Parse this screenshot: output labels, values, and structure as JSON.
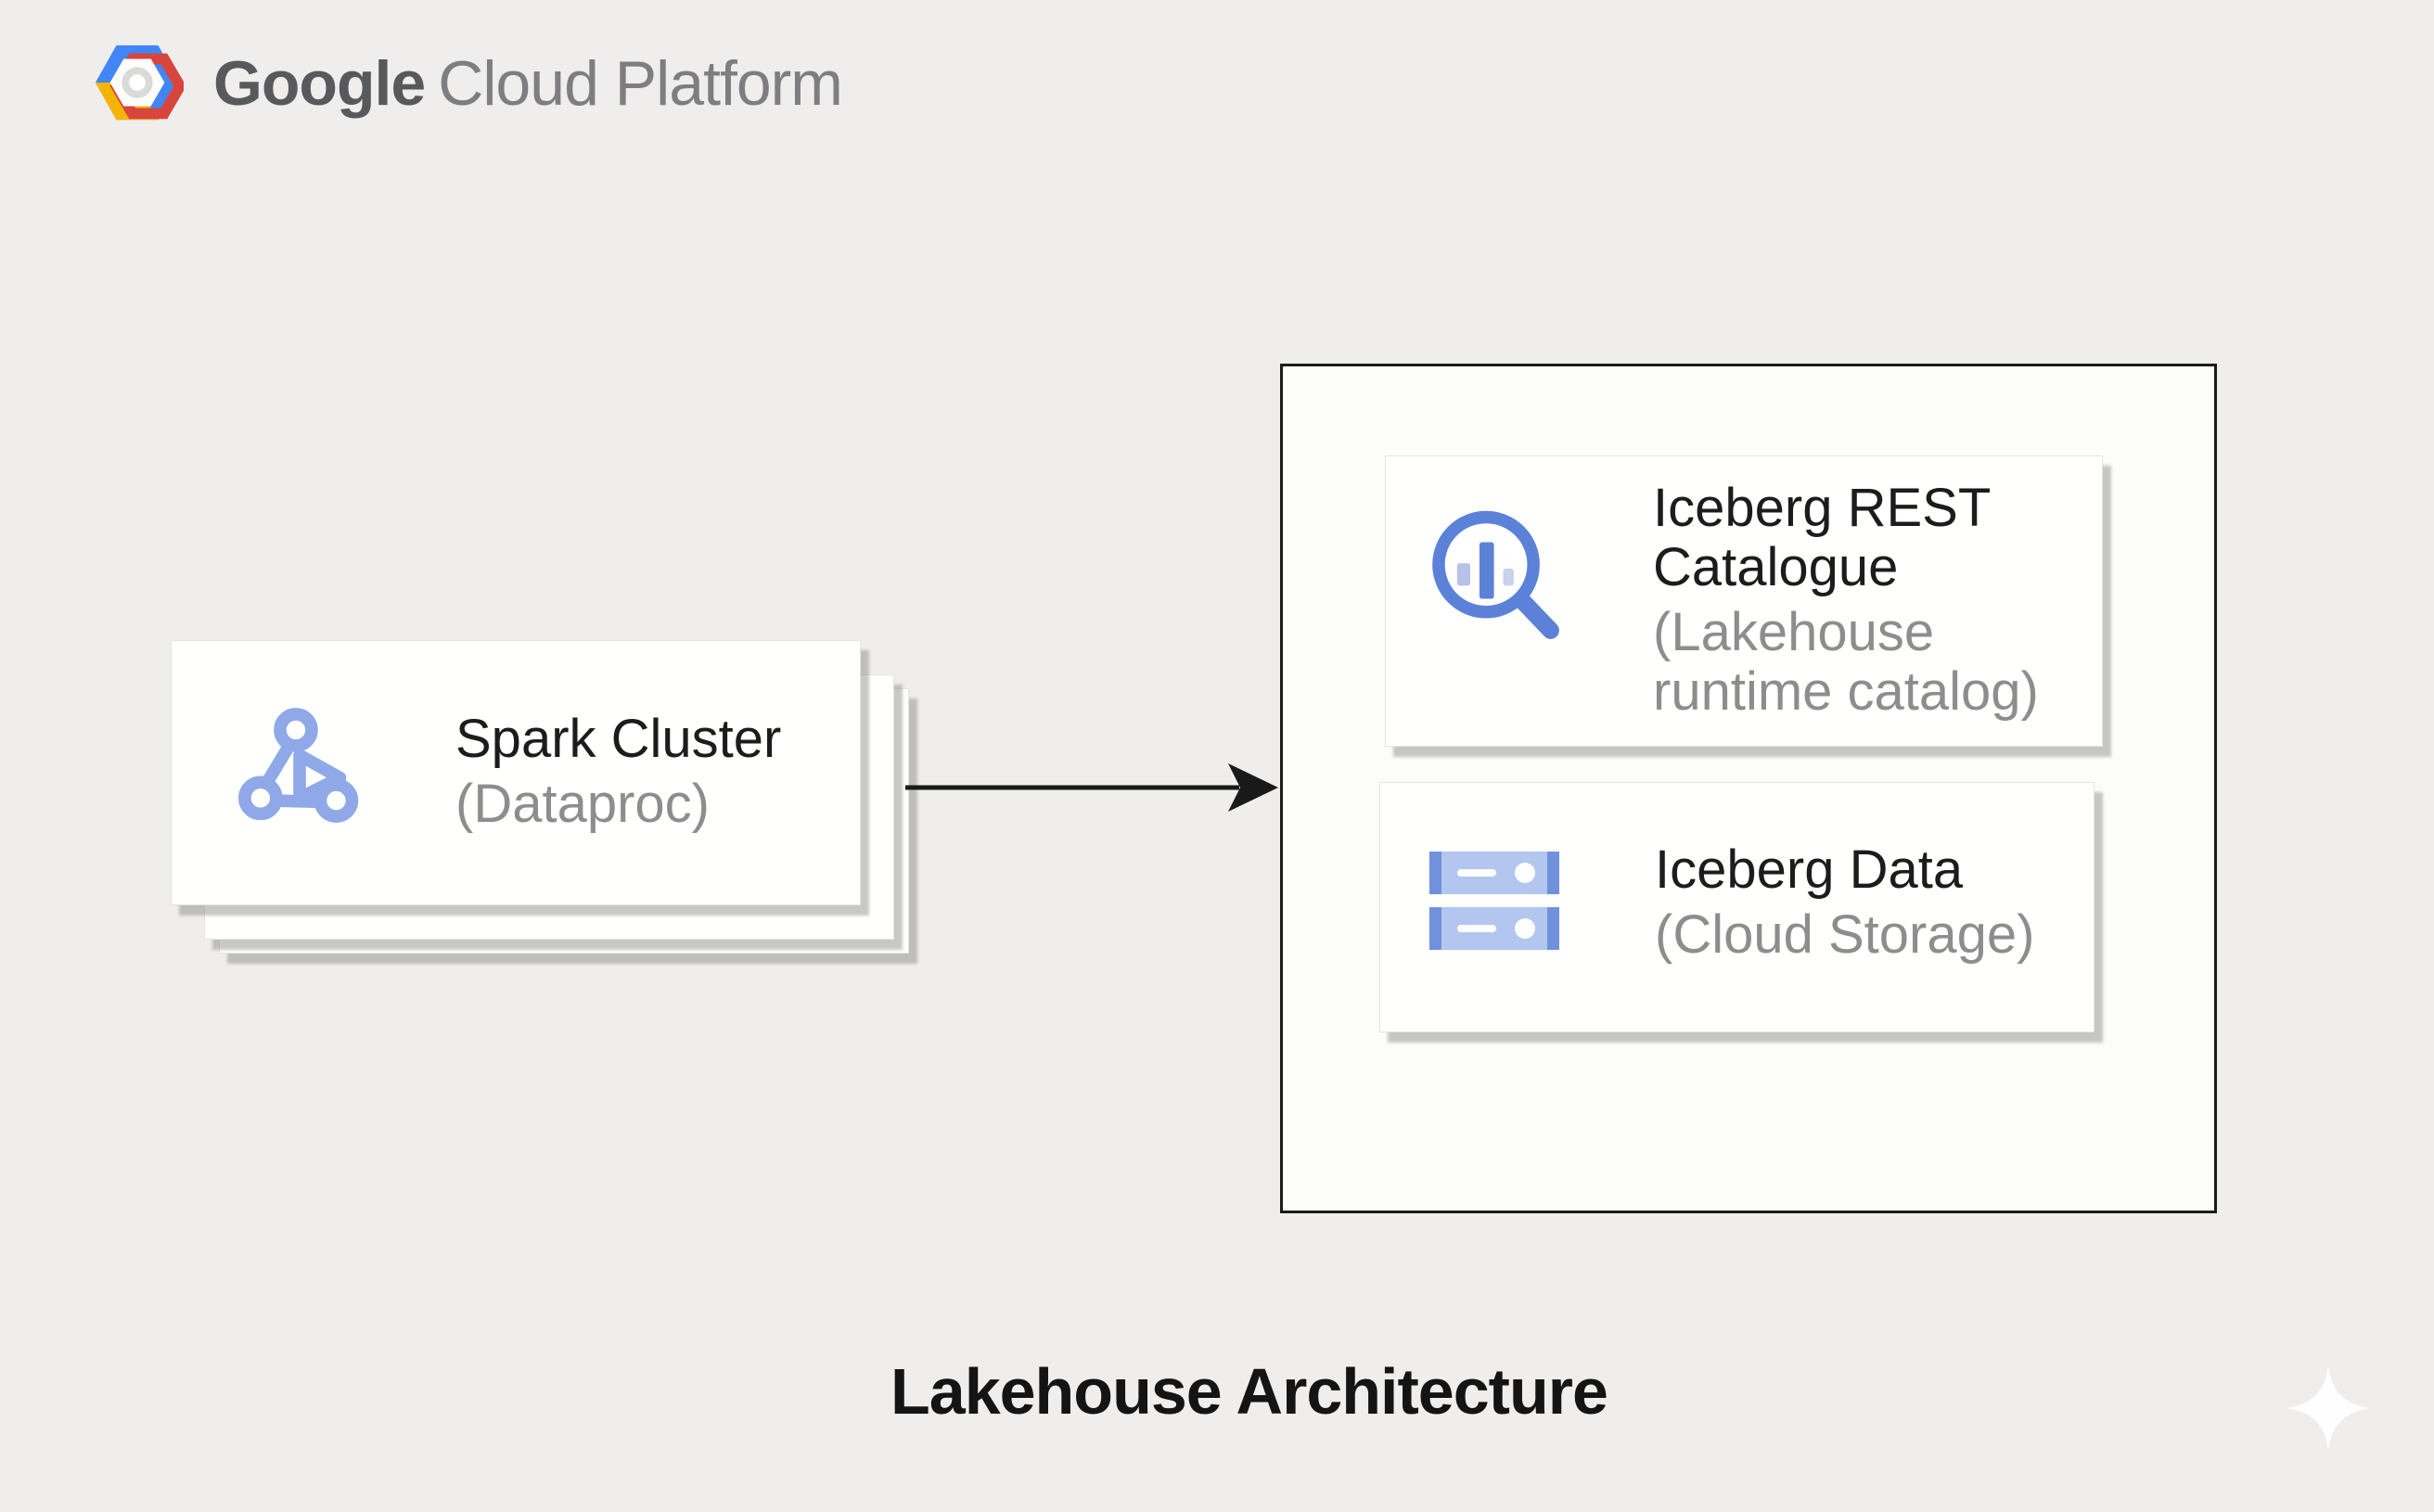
{
  "page": {
    "background_color": "#efeeec",
    "caption": "Lakehouse Architecture"
  },
  "brand": {
    "logo_icon": "gcp-hexagon-logo",
    "name_primary": "Google",
    "name_secondary": "Cloud Platform",
    "colors": {
      "blue": "#4285f4",
      "red": "#d8453c",
      "yellow": "#f4b400",
      "text_primary": "#58595c",
      "text_secondary": "#7d7e81"
    }
  },
  "diagram": {
    "spark_node": {
      "title": "Spark Cluster",
      "subtitle": "(Dataproc)",
      "icon": "dataproc-icon",
      "stacked_cards": 3
    },
    "arrow": {
      "direction": "right",
      "color": "#191919"
    },
    "lakehouse_group": {
      "rest_node": {
        "title": "Iceberg REST Catalogue",
        "subtitle": "(Lakehouse runtime catalog)",
        "icon": "data-catalog-search-icon"
      },
      "data_node": {
        "title": "Iceberg Data",
        "subtitle": "(Cloud Storage)",
        "icon": "cloud-storage-servers-icon"
      }
    }
  },
  "decorations": {
    "sparkle": "sparkle-star"
  },
  "node_colors": {
    "icon_blue_light": "#8fa8e7",
    "icon_blue": "#5b82d8",
    "title_text": "#1c1c1c",
    "subtitle_text": "#8d8d8d"
  }
}
